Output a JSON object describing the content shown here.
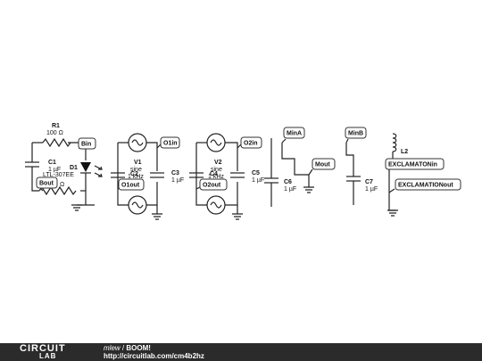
{
  "components": {
    "r1": {
      "name": "R1",
      "value": "100 Ω"
    },
    "c1": {
      "name": "C1",
      "value": "1 µF"
    },
    "d1": {
      "name": "D1",
      "part": "LTL-307EE"
    },
    "r2_value": "Ω",
    "v1": {
      "name": "V1",
      "type": "sine",
      "freq": "1 kHz"
    },
    "v2": {
      "name": "V2",
      "type": "sine",
      "freq": "1 kHz"
    },
    "c2": {
      "name": "C2"
    },
    "c3": {
      "name": "C3",
      "value": "1 µF"
    },
    "c4": {
      "name": "C4"
    },
    "c5": {
      "name": "C5",
      "value": "1 µF"
    },
    "c6": {
      "name": "C6",
      "value": "1 µF"
    },
    "c7": {
      "name": "C7",
      "value": "1 µF"
    },
    "l2": {
      "name": "L2"
    }
  },
  "tags": {
    "bin": "Bin",
    "bout": "Bout",
    "o1in": "O1in",
    "o1out": "O1out",
    "o2in": "O2in",
    "o2out": "O2out",
    "mina": "MinA",
    "minb": "MinB",
    "mout": "Mout",
    "excl_in": "EXCLAMATONin",
    "excl_out": "EXCLAMATIONout"
  },
  "footer": {
    "logo_top": "CIRCUIT",
    "logo_bottom": "LAB",
    "author": "mlew",
    "separator": " / ",
    "title": "BOOM!",
    "url": "http://circuitlab.com/cm4b2hz"
  }
}
